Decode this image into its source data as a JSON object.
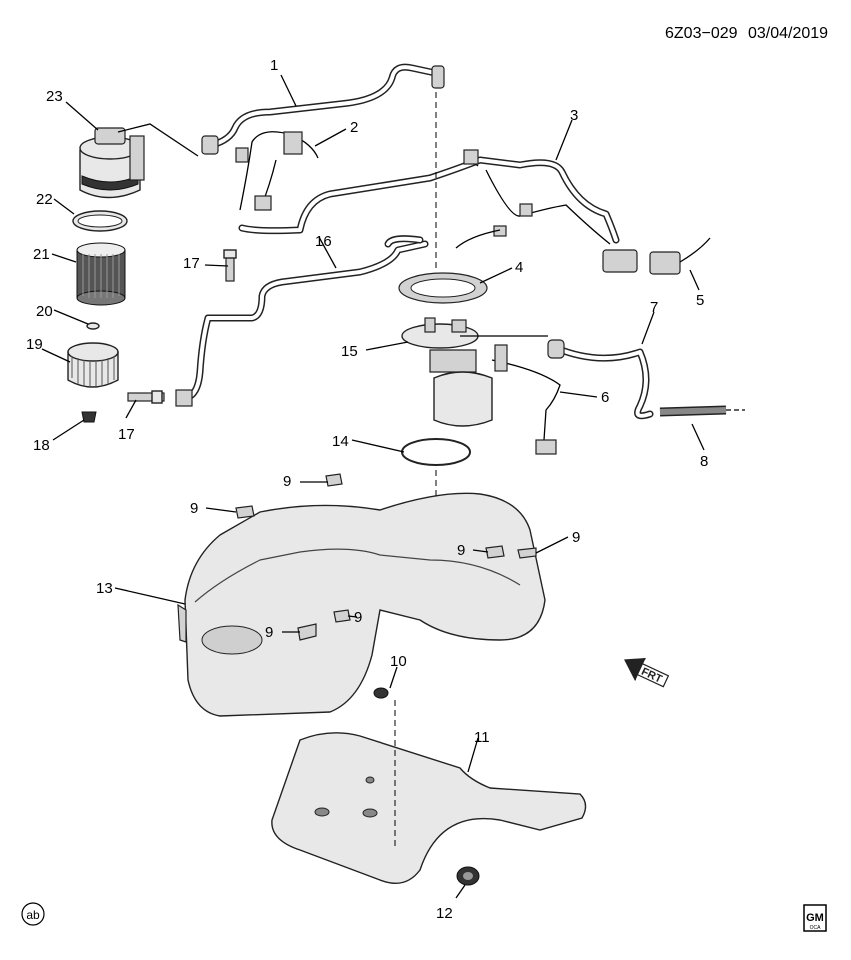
{
  "header": {
    "code": "6Z03−029",
    "date": "03/04/2019"
  },
  "badges": {
    "ab": "ab",
    "gm": "GM",
    "gm_sub": "OCA"
  },
  "direction": {
    "label": "FRT"
  },
  "callouts": [
    {
      "id": "c1",
      "text": "1"
    },
    {
      "id": "c2",
      "text": "2"
    },
    {
      "id": "c3",
      "text": "3"
    },
    {
      "id": "c4",
      "text": "4"
    },
    {
      "id": "c5",
      "text": "5"
    },
    {
      "id": "c6",
      "text": "6"
    },
    {
      "id": "c7",
      "text": "7"
    },
    {
      "id": "c8",
      "text": "8"
    },
    {
      "id": "c9a",
      "text": "9"
    },
    {
      "id": "c9b",
      "text": "9"
    },
    {
      "id": "c9c",
      "text": "9"
    },
    {
      "id": "c9d",
      "text": "9"
    },
    {
      "id": "c9e",
      "text": "9"
    },
    {
      "id": "c9f",
      "text": "9"
    },
    {
      "id": "c10",
      "text": "10"
    },
    {
      "id": "c11",
      "text": "11"
    },
    {
      "id": "c12",
      "text": "12"
    },
    {
      "id": "c13",
      "text": "13"
    },
    {
      "id": "c14",
      "text": "14"
    },
    {
      "id": "c15",
      "text": "15"
    },
    {
      "id": "c16",
      "text": "16"
    },
    {
      "id": "c17a",
      "text": "17"
    },
    {
      "id": "c17b",
      "text": "17"
    },
    {
      "id": "c18",
      "text": "18"
    },
    {
      "id": "c19",
      "text": "19"
    },
    {
      "id": "c20",
      "text": "20"
    },
    {
      "id": "c21",
      "text": "21"
    },
    {
      "id": "c22",
      "text": "22"
    },
    {
      "id": "c23",
      "text": "23"
    }
  ]
}
